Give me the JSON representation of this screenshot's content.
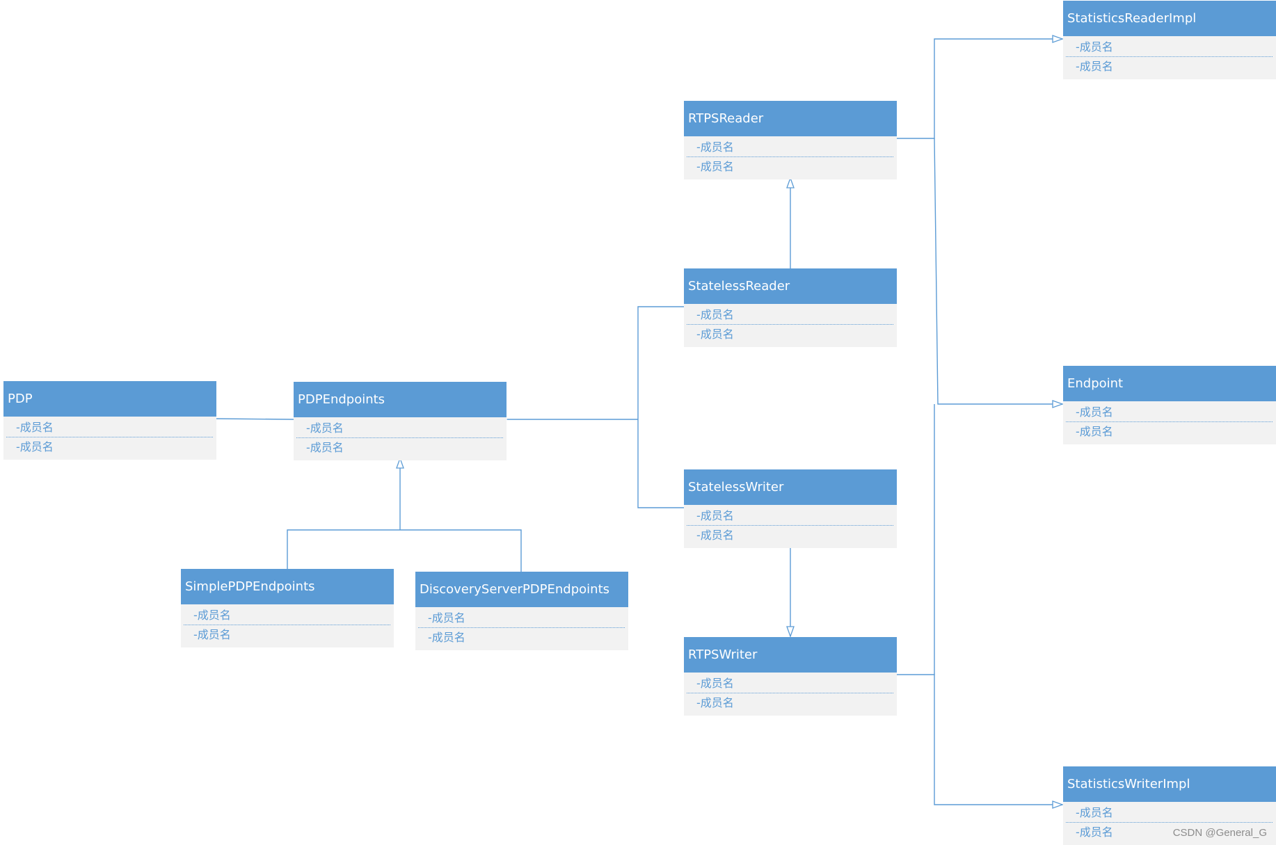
{
  "classes": [
    {
      "name": "StatisticsReaderImpl",
      "members": [
        "-成员名",
        "-成员名"
      ]
    },
    {
      "name": "RTPSReader",
      "members": [
        "-成员名",
        "-成员名"
      ]
    },
    {
      "name": "StatelessReader",
      "members": [
        "-成员名",
        "-成员名"
      ]
    },
    {
      "name": "Endpoint",
      "members": [
        "-成员名",
        "-成员名"
      ]
    },
    {
      "name": "PDP",
      "members": [
        "-成员名",
        "-成员名"
      ]
    },
    {
      "name": "PDPEndpoints",
      "members": [
        "-成员名",
        "-成员名"
      ]
    },
    {
      "name": "StatelessWriter",
      "members": [
        "-成员名",
        "-成员名"
      ]
    },
    {
      "name": "SimplePDPEndpoints",
      "members": [
        "-成员名",
        "-成员名"
      ]
    },
    {
      "name": "DiscoveryServerPDPEndpoints",
      "members": [
        "-成员名",
        "-成员名"
      ]
    },
    {
      "name": "RTPSWriter",
      "members": [
        "-成员名",
        "-成员名"
      ]
    },
    {
      "name": "StatisticsWriterImpl",
      "members": [
        "-成员名",
        "-成员名"
      ]
    }
  ],
  "watermark": "CSDN @General_G",
  "colors": {
    "header": "#5b9bd5",
    "body": "#f2f2f2",
    "line": "#5b9bd5"
  }
}
